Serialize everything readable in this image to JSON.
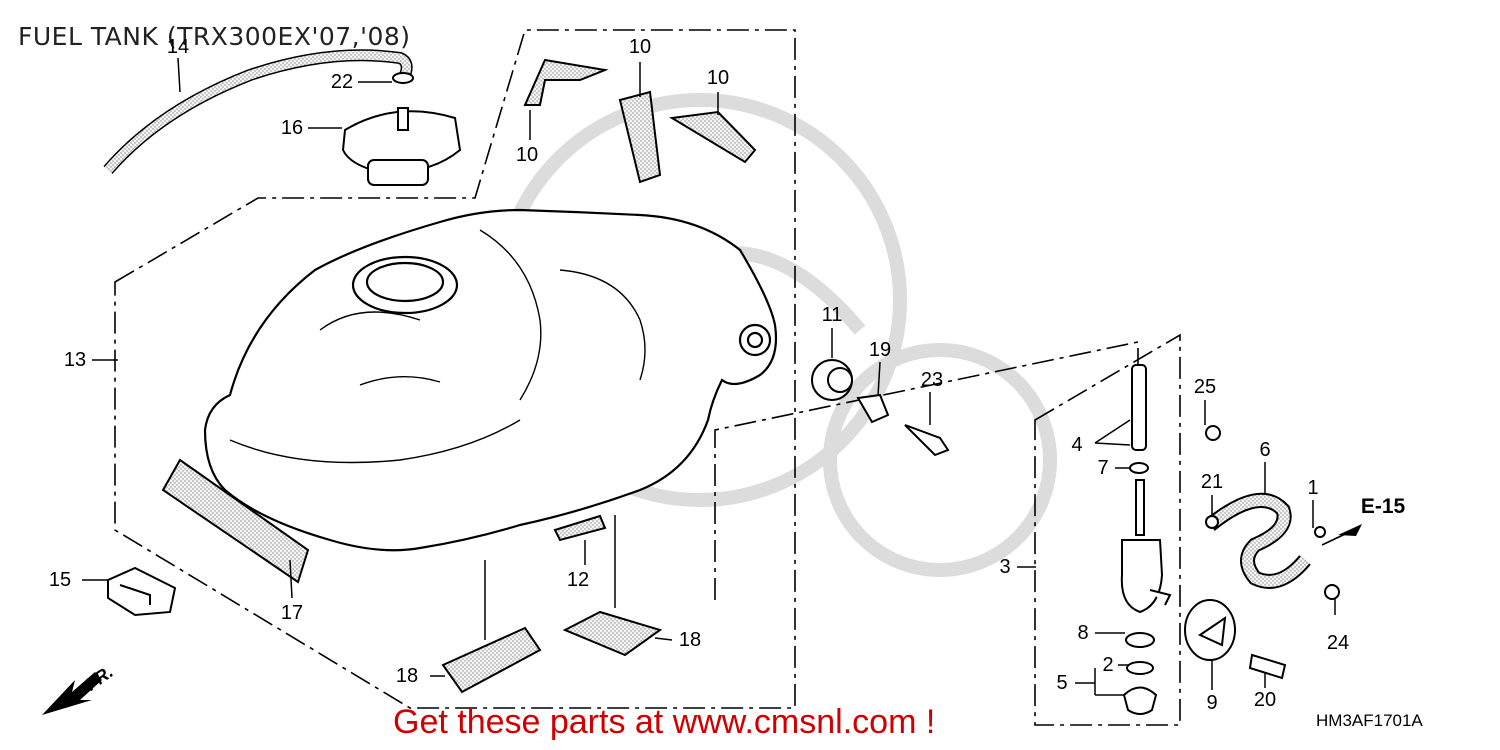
{
  "title": "FUEL TANK (TRX300EX'07,'08)",
  "diagram_code": "HM3AF1701A",
  "promo_text": "Get these parts at www.cmsnl.com !",
  "reference_label": "E-15",
  "direction_label": "FR.",
  "colors": {
    "line": "#000000",
    "foam": "#e0e0e0",
    "promo": "#d00000",
    "watermark": "#dcdcdc"
  },
  "callouts": {
    "c1": "1",
    "c2": "2",
    "c3": "3",
    "c4": "4",
    "c5": "5",
    "c6": "6",
    "c7": "7",
    "c8": "8",
    "c9": "9",
    "c10a": "10",
    "c10b": "10",
    "c10c": "10",
    "c11": "11",
    "c12": "12",
    "c13": "13",
    "c14": "14",
    "c15": "15",
    "c16": "16",
    "c17": "17",
    "c18a": "18",
    "c18b": "18",
    "c19": "19",
    "c20": "20",
    "c21": "21",
    "c22": "22",
    "c23": "23",
    "c24": "24",
    "c25": "25"
  }
}
